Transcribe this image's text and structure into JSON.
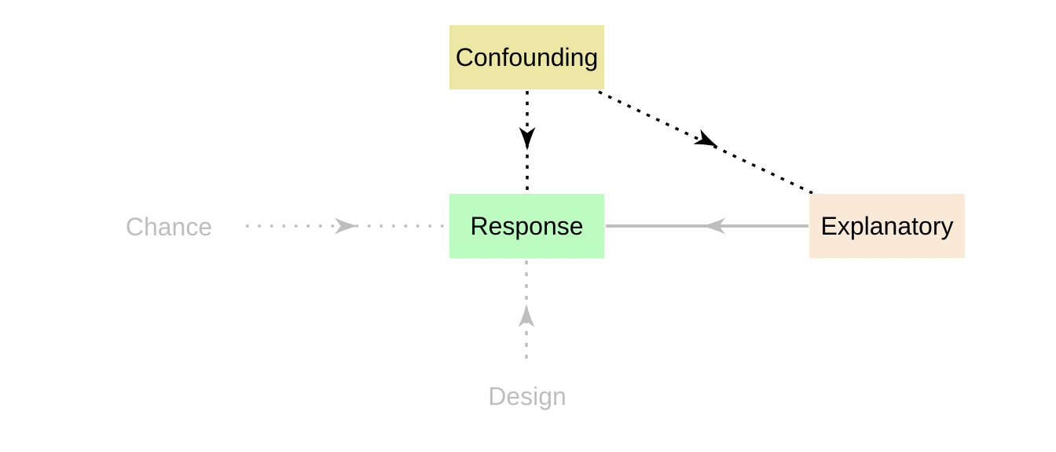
{
  "diagram": {
    "background": "#FFFFFF",
    "nodes": {
      "confounding": {
        "label": "Confounding",
        "fill": "#ECE7A4",
        "text_color": "#000000"
      },
      "response": {
        "label": "Response",
        "fill": "#BDFCC1",
        "text_color": "#000000"
      },
      "explanatory": {
        "label": "Explanatory",
        "fill": "#FAE9D6",
        "text_color": "#000000"
      },
      "chance": {
        "label": "Chance",
        "text_color": "#BEBEBE"
      },
      "design": {
        "label": "Design",
        "text_color": "#BEBEBE"
      }
    },
    "edges": [
      {
        "id": "confounding-to-response",
        "from": "Confounding",
        "to": "Response",
        "style": "dashed",
        "color": "#000000",
        "direction": "down"
      },
      {
        "id": "confounding-to-explanatory",
        "from": "Confounding",
        "to": "Explanatory",
        "style": "dashed",
        "color": "#000000",
        "direction": "down-right"
      },
      {
        "id": "chance-to-response",
        "from": "Chance",
        "to": "Response",
        "style": "dotted",
        "color": "#BEBEBE",
        "direction": "right"
      },
      {
        "id": "explanatory-to-response",
        "from": "Explanatory",
        "to": "Response",
        "style": "solid",
        "color": "#BEBEBE",
        "direction": "left"
      },
      {
        "id": "design-to-response",
        "from": "Design",
        "to": "Response",
        "style": "dashed",
        "color": "#BEBEBE",
        "direction": "up"
      }
    ]
  }
}
